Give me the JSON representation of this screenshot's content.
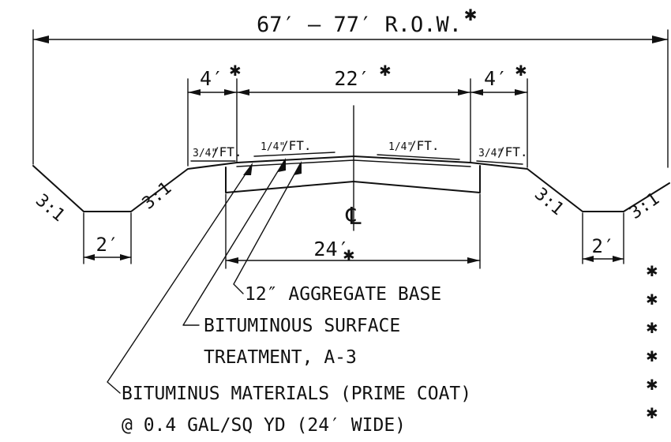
{
  "dimensions": {
    "row": "67′ – 77′ R.O.W.",
    "shoulder_left": "4′",
    "lanes": "22′",
    "shoulder_right": "4′",
    "base": "24′",
    "ditch_left": "2′",
    "ditch_right": "2′"
  },
  "slopes": {
    "shoulder_left": "/FT.",
    "lane_left": "/FT.",
    "lane_right": "/FT.",
    "shoulder_right": "/FT.",
    "shoulder_fraction": "3/4\"",
    "lane_fraction": "1/4\"",
    "side_left_outer": "3:1",
    "side_left_inner": "3:1",
    "side_right_inner": "3:1",
    "side_right_outer": "3:1"
  },
  "centerline": "℄",
  "asterisk": "✱",
  "callouts": {
    "aggregate_base": "12″ AGGREGATE BASE",
    "surface_treatment_line1": "BITUMINOUS SURFACE",
    "surface_treatment_line2": "TREATMENT, A-3",
    "prime_coat_line1": "BITUMINUS MATERIALS (PRIME COAT)",
    "prime_coat_line2": "@ 0.4 GAL/SQ YD (24′ WIDE)"
  },
  "footnote_marks": [
    "✱",
    "✱",
    "✱",
    "✱",
    "✱",
    "✱"
  ]
}
